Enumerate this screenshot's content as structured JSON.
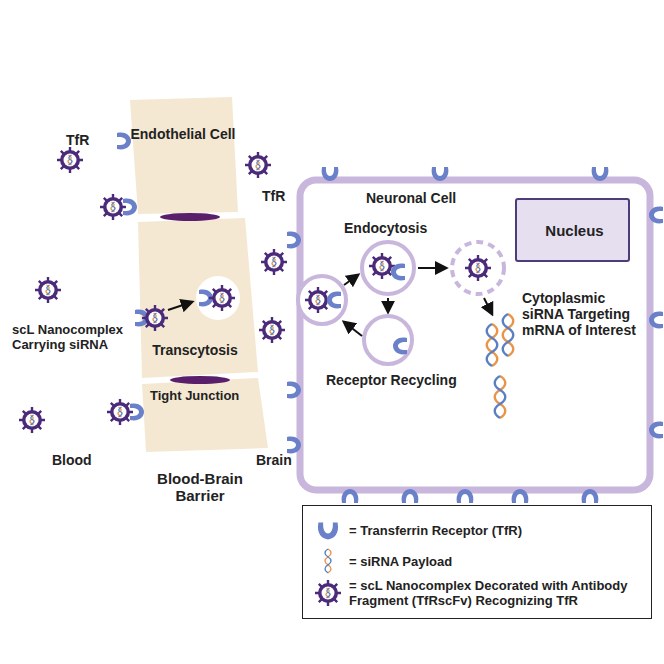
{
  "diagram": {
    "nodes": [
      {
        "text": [
          "Endothelial Cell"
        ]
      },
      {
        "text": [
          "Neuronal Cell"
        ]
      },
      {
        "text": [
          "Nucleus"
        ],
        "in": 1
      }
    ],
    "labels": [
      "TfR",
      "scL Nanocomplex Carrying siRNA",
      "Transcytosis",
      "Tight Junction",
      "Blood",
      "Brain",
      "Blood-Brain Barrier",
      "TfR",
      "Endocytosis",
      "Receptor Recycling",
      "Cytoplasmic siRNA Targeting mRNA of Interest"
    ],
    "legend": [
      {
        "text": "= Transferrin Receptor (TfR)"
      },
      {
        "text": "= siRNA Payload"
      },
      {
        "text": "= scL Nanocomplex Decorated with Antibody Fragment (TfRscFv) Recognizing TfR"
      }
    ]
  }
}
